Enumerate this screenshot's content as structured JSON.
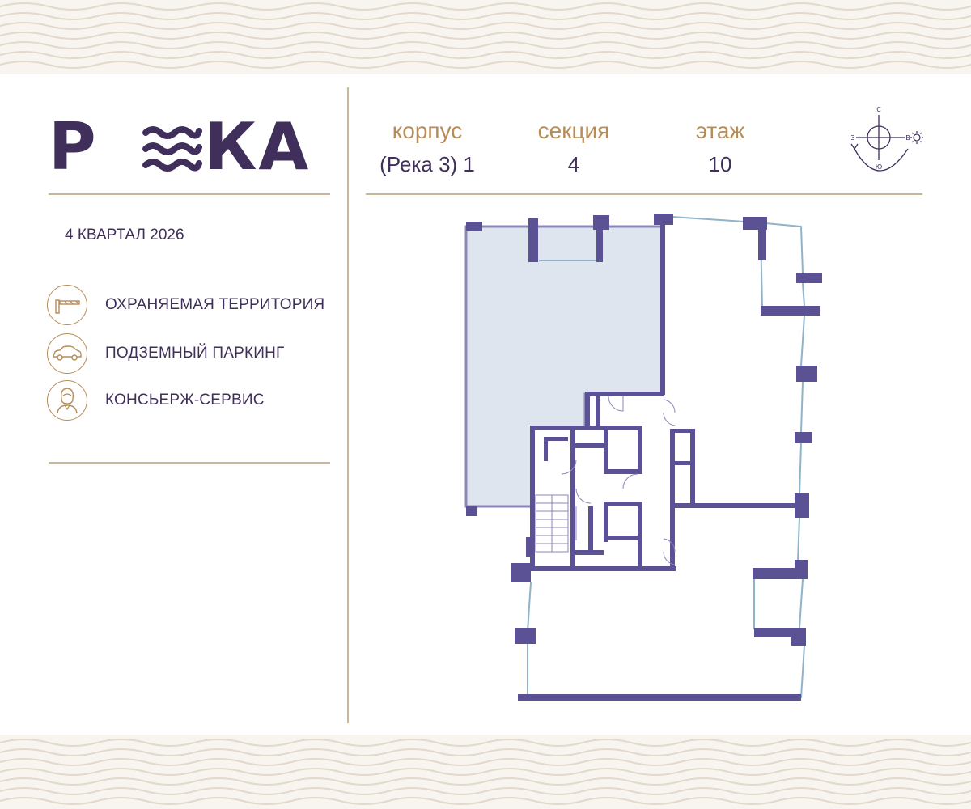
{
  "brand": {
    "logo_text": "РЕКА"
  },
  "delivery_text": "4 КВАРТАЛ 2026",
  "features": [
    {
      "label": "ОХРАНЯЕМАЯ ТЕРРИТОРИЯ",
      "icon": "barrier-gate-icon"
    },
    {
      "label": "ПОДЗЕМНЫЙ ПАРКИНГ",
      "icon": "car-icon"
    },
    {
      "label": "КОНСЬЕРЖ-СЕРВИС",
      "icon": "concierge-icon"
    }
  ],
  "meta": {
    "building": {
      "label": "корпус",
      "value": "(Река 3) 1"
    },
    "section": {
      "label": "секция",
      "value": "4"
    },
    "floor": {
      "label": "этаж",
      "value": "10"
    }
  },
  "compass": {
    "north": "С",
    "south": "Ю",
    "west": "З",
    "east": "В"
  },
  "colors": {
    "brand_purple": "#3f2f5a",
    "gold": "#b78d57",
    "wall": "#5b5296",
    "highlight_fill": "#dfe5ee",
    "window": "#8fb4c9",
    "divider": "#c9b79b",
    "wave_stroke": "#e2d9cb"
  }
}
